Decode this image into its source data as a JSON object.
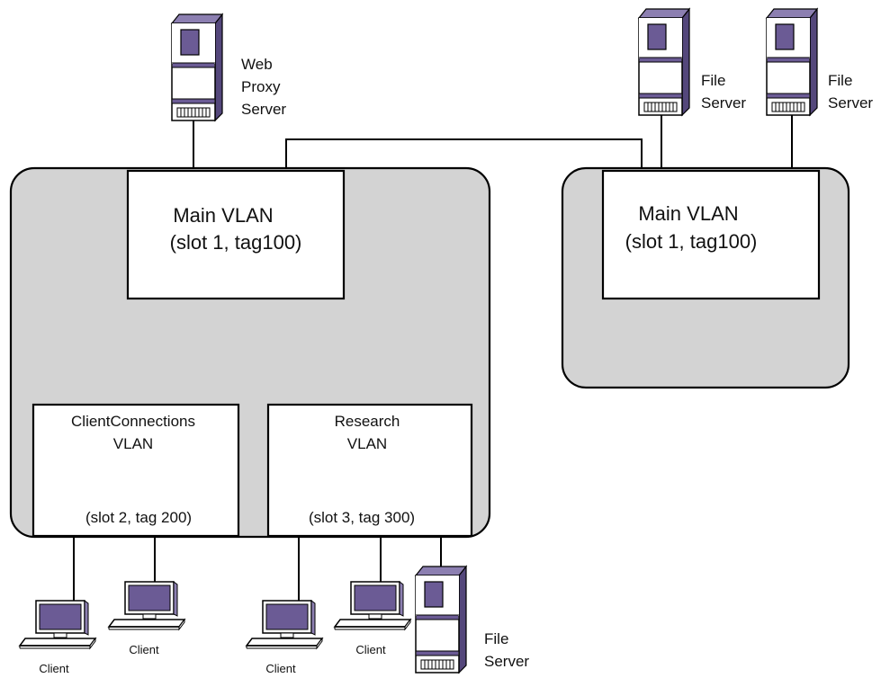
{
  "colors": {
    "accent": "#6b5b95",
    "accent_dark": "#54477b",
    "switch_fill": "#d3d3d3",
    "line": "#000000"
  },
  "icons": [
    "server-icon",
    "computer-icon"
  ],
  "servers": {
    "web_proxy": {
      "line1": "Web",
      "line2": "Proxy",
      "line3": "Server"
    },
    "file_server_1": {
      "line1": "File",
      "line2": "Server"
    },
    "file_server_2": {
      "line1": "File",
      "line2": "Server"
    },
    "file_server_3": {
      "line1": "File",
      "line2": "Server"
    }
  },
  "vlans": {
    "main_left": {
      "name": "Main VLAN",
      "detail": "(slot 1, tag100)"
    },
    "main_right": {
      "name": "Main VLAN",
      "detail": "(slot 1, tag100)"
    },
    "client_connections": {
      "name_line1": "ClientConnections",
      "name_line2": "VLAN",
      "detail": "(slot 2, tag 200)"
    },
    "research": {
      "name_line1": "Research",
      "name_line2": "VLAN",
      "detail": "(slot 3, tag 300)"
    }
  },
  "clients": {
    "c1": "Client",
    "c2": "Client",
    "c3": "Client",
    "c4": "Client"
  }
}
